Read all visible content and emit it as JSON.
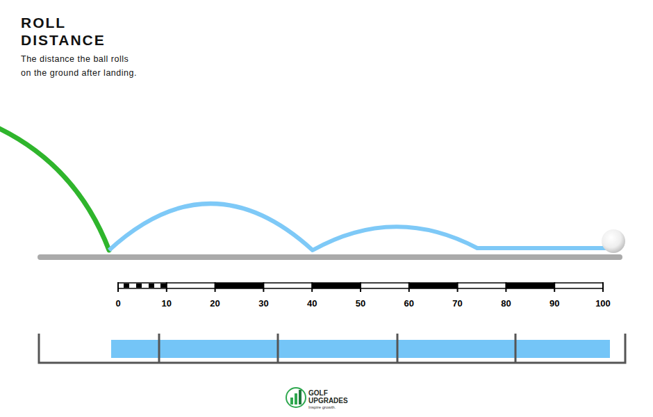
{
  "diagram": {
    "title": "ROLL DISTANCE",
    "labels": [
      "The distance the ball rolls on the ground after landing.",
      "0",
      "10",
      "20",
      "30",
      "40",
      "50",
      "60",
      "70",
      "80",
      "90",
      "100",
      "GOLF UPGRADES",
      "Inspire growth."
    ]
  }
}
